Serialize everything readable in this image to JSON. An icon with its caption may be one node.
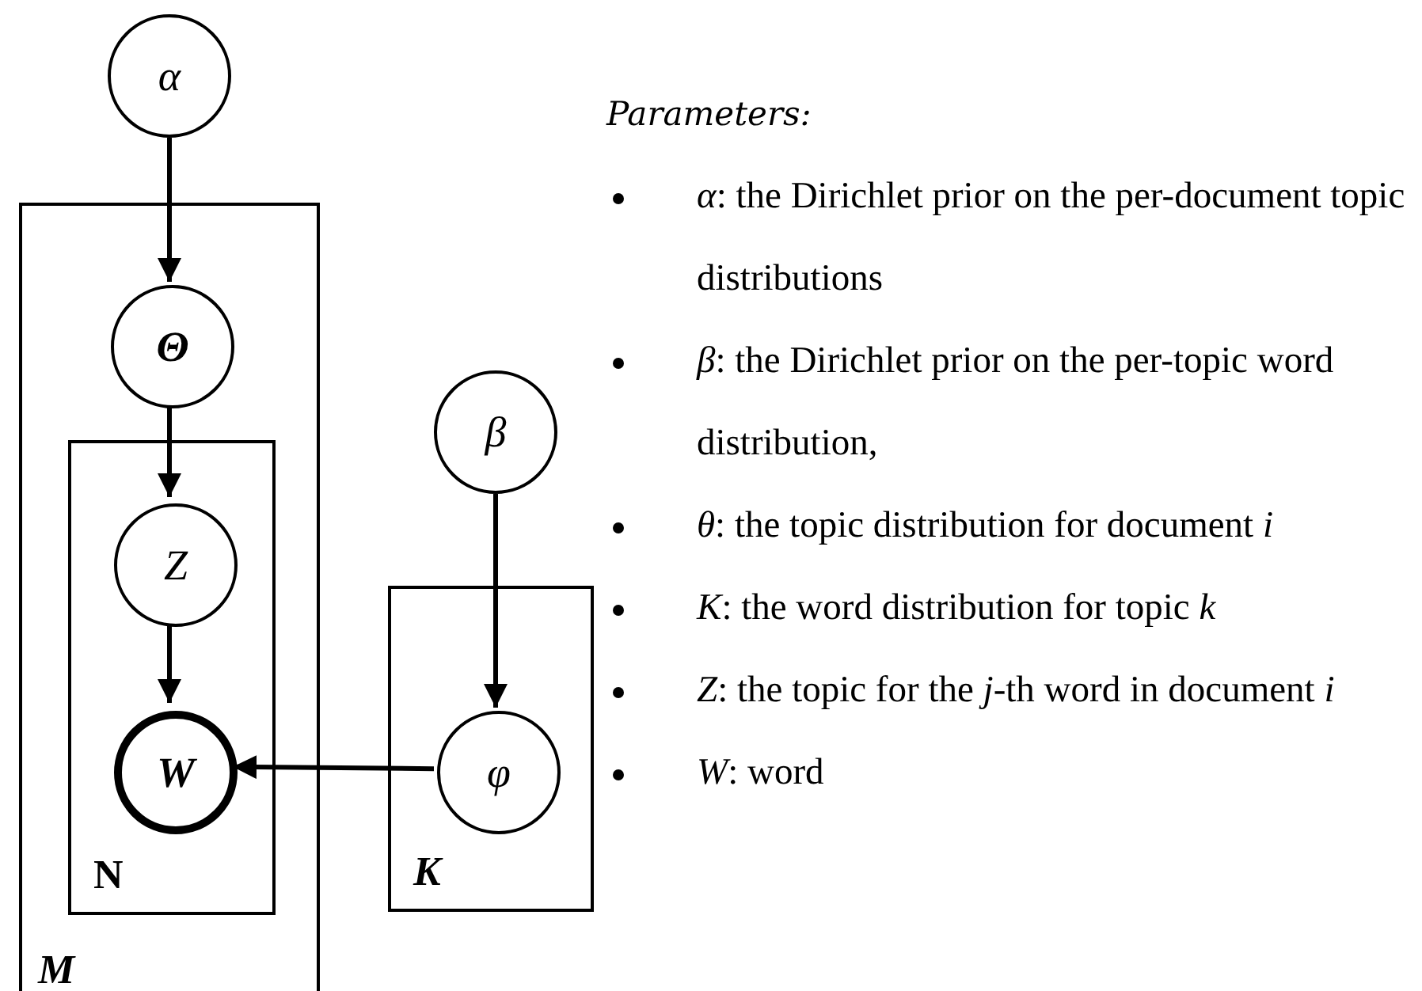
{
  "diagram": {
    "nodes": [
      {
        "text": [
          "α"
        ]
      },
      {
        "text": [
          "M"
        ]
      },
      {
        "text": [
          "Θ"
        ],
        "in": 1
      },
      {
        "text": [
          "N"
        ],
        "in": 1
      },
      {
        "text": [
          "Z"
        ],
        "in": 3
      },
      {
        "text": [
          "W"
        ],
        "in": 3
      },
      {
        "text": [
          "β"
        ]
      },
      {
        "text": [
          "K"
        ]
      },
      {
        "text": [
          "φ"
        ],
        "in": 7
      }
    ],
    "edges": [
      {
        "from": 0,
        "to": 2,
        "arrow": "to"
      },
      {
        "from": 2,
        "to": 4,
        "arrow": "to"
      },
      {
        "from": 4,
        "to": 5,
        "arrow": "to"
      },
      {
        "from": 6,
        "to": 8,
        "arrow": "to"
      },
      {
        "from": 8,
        "to": 5,
        "arrow": "to"
      }
    ],
    "labels": [
      "Parameters:",
      "*α*: the Dirichlet prior on the per-document topic distributions",
      "*β*: the Dirichlet prior on the per-topic word distribution,",
      "*θ*: the topic distribution for document *i*",
      "*K*:  the word distribution for topic *k*",
      "*Z*:  the topic for the *j*-th word in document *i*",
      "*W*: word"
    ]
  }
}
